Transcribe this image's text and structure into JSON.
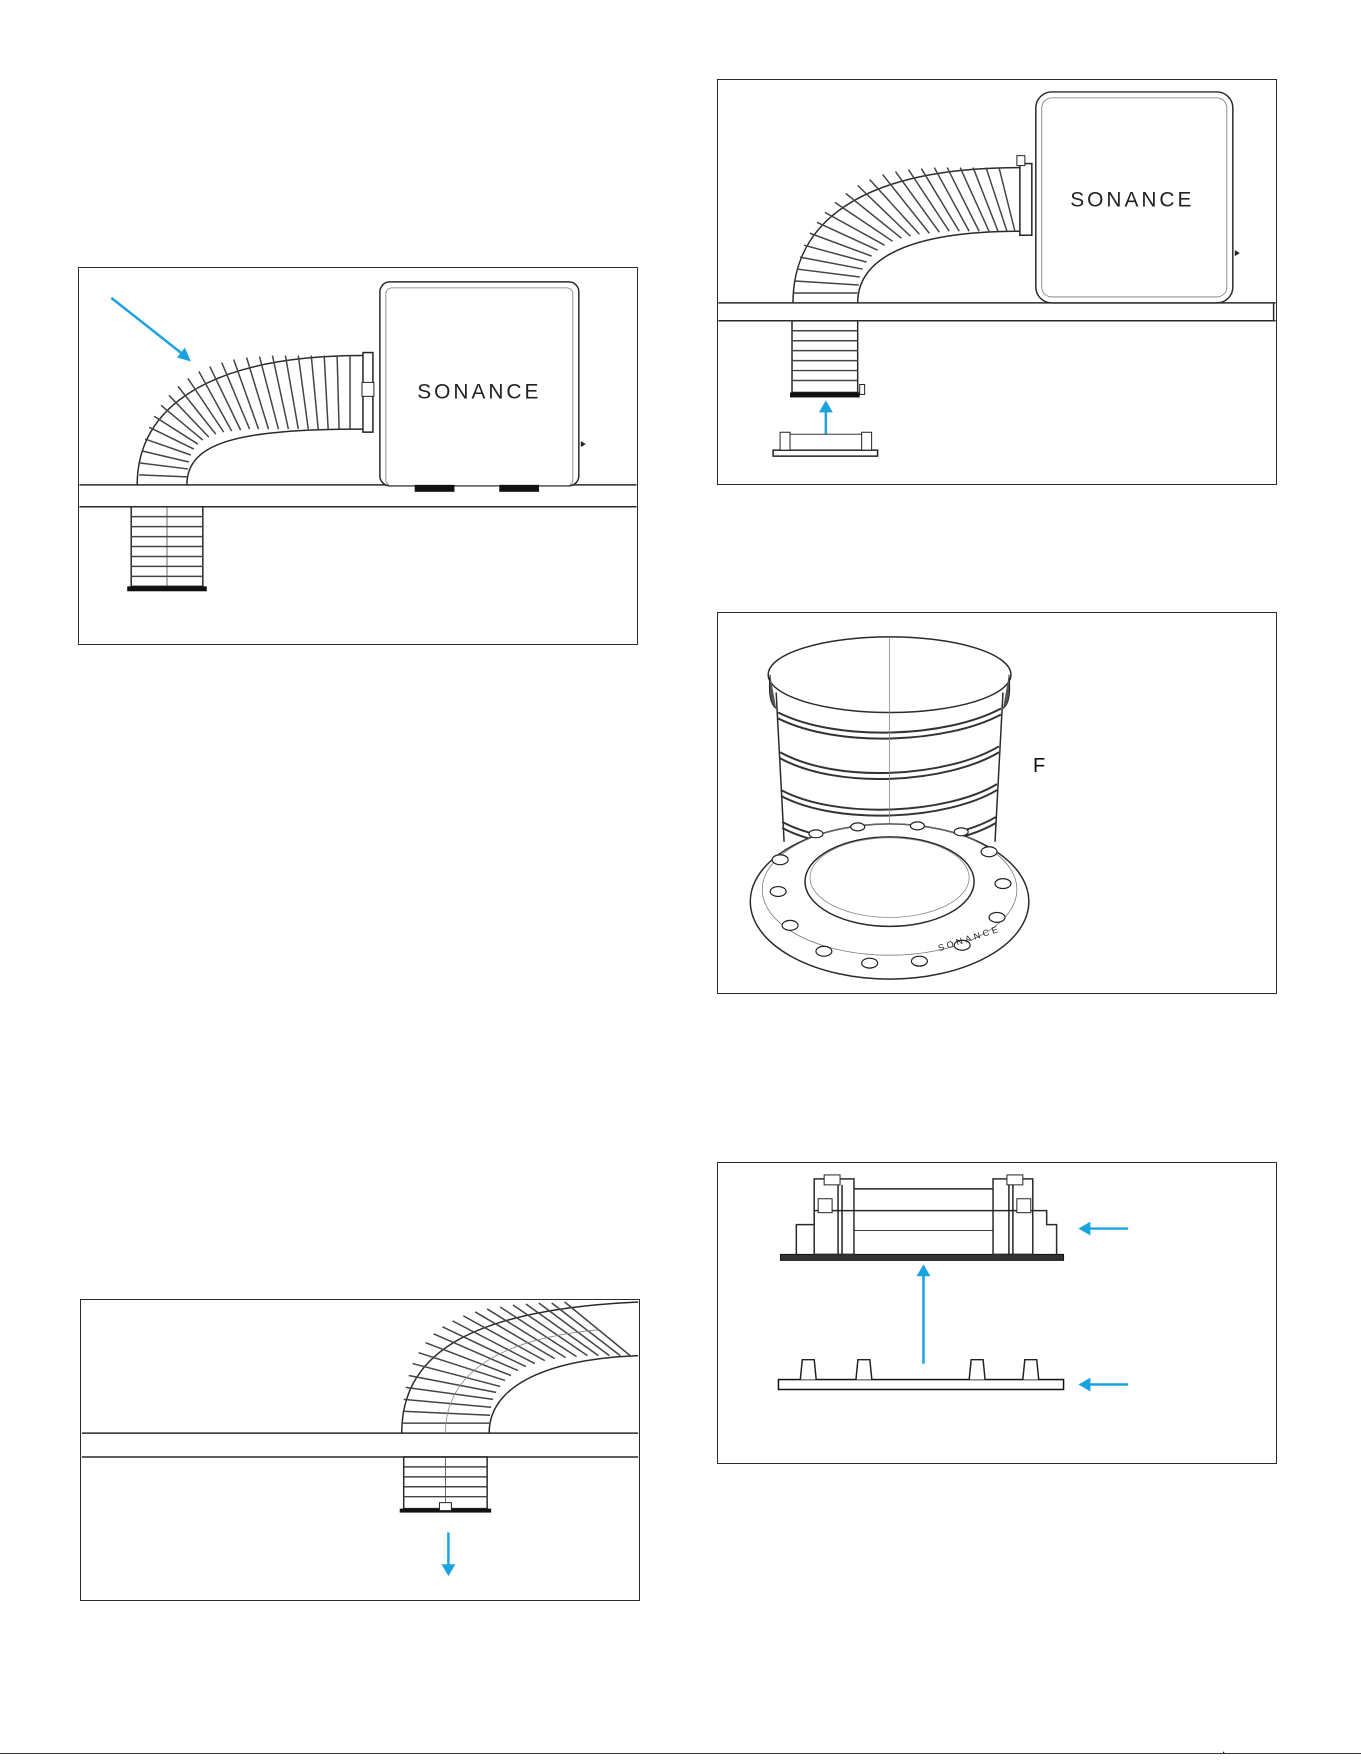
{
  "figures": {
    "fig1": {
      "brand": "SONANCE"
    },
    "fig2": {
      "brand": "SONANCE"
    },
    "fig3": {
      "brand": "SONANCE",
      "callout": "F"
    },
    "fig4": {},
    "fig5": {}
  },
  "footer": {
    "mark": "."
  },
  "colors": {
    "arrow": "#1aa3e0",
    "line": "#2a2a2a",
    "dark": "#111111"
  },
  "icons": {
    "arrow": "arrow-icon"
  }
}
